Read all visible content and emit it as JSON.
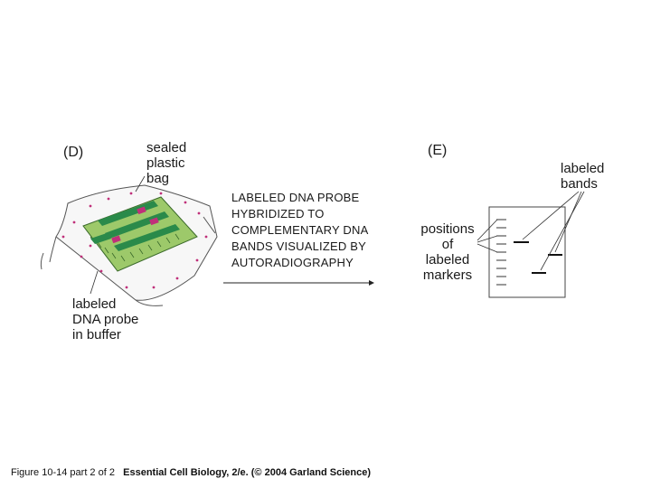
{
  "panel_d": {
    "label": "(D)",
    "bag_label": [
      "sealed",
      "plastic",
      "bag"
    ],
    "probe_label": [
      "labeled",
      "DNA probe",
      "in buffer"
    ]
  },
  "process": {
    "text": [
      "LABELED DNA PROBE",
      "HYBRIDIZED TO",
      "COMPLEMENTARY DNA",
      "BANDS VISUALIZED BY",
      "AUTORADIOGRAPHY"
    ]
  },
  "panel_e": {
    "label": "(E)",
    "bands_label": [
      "labeled",
      "bands"
    ],
    "markers_label": [
      "positions",
      "of",
      "labeled",
      "markers"
    ]
  },
  "caption": {
    "figure": "Figure 10-14 part 2 of 2",
    "source": "Essential Cell Biology, 2/e. (© 2004 Garland Science)"
  },
  "colors": {
    "membrane": "#9dc96a",
    "band": "#2a8a4a",
    "probe_dot": "#c0307a",
    "bag_outline": "#555555"
  }
}
